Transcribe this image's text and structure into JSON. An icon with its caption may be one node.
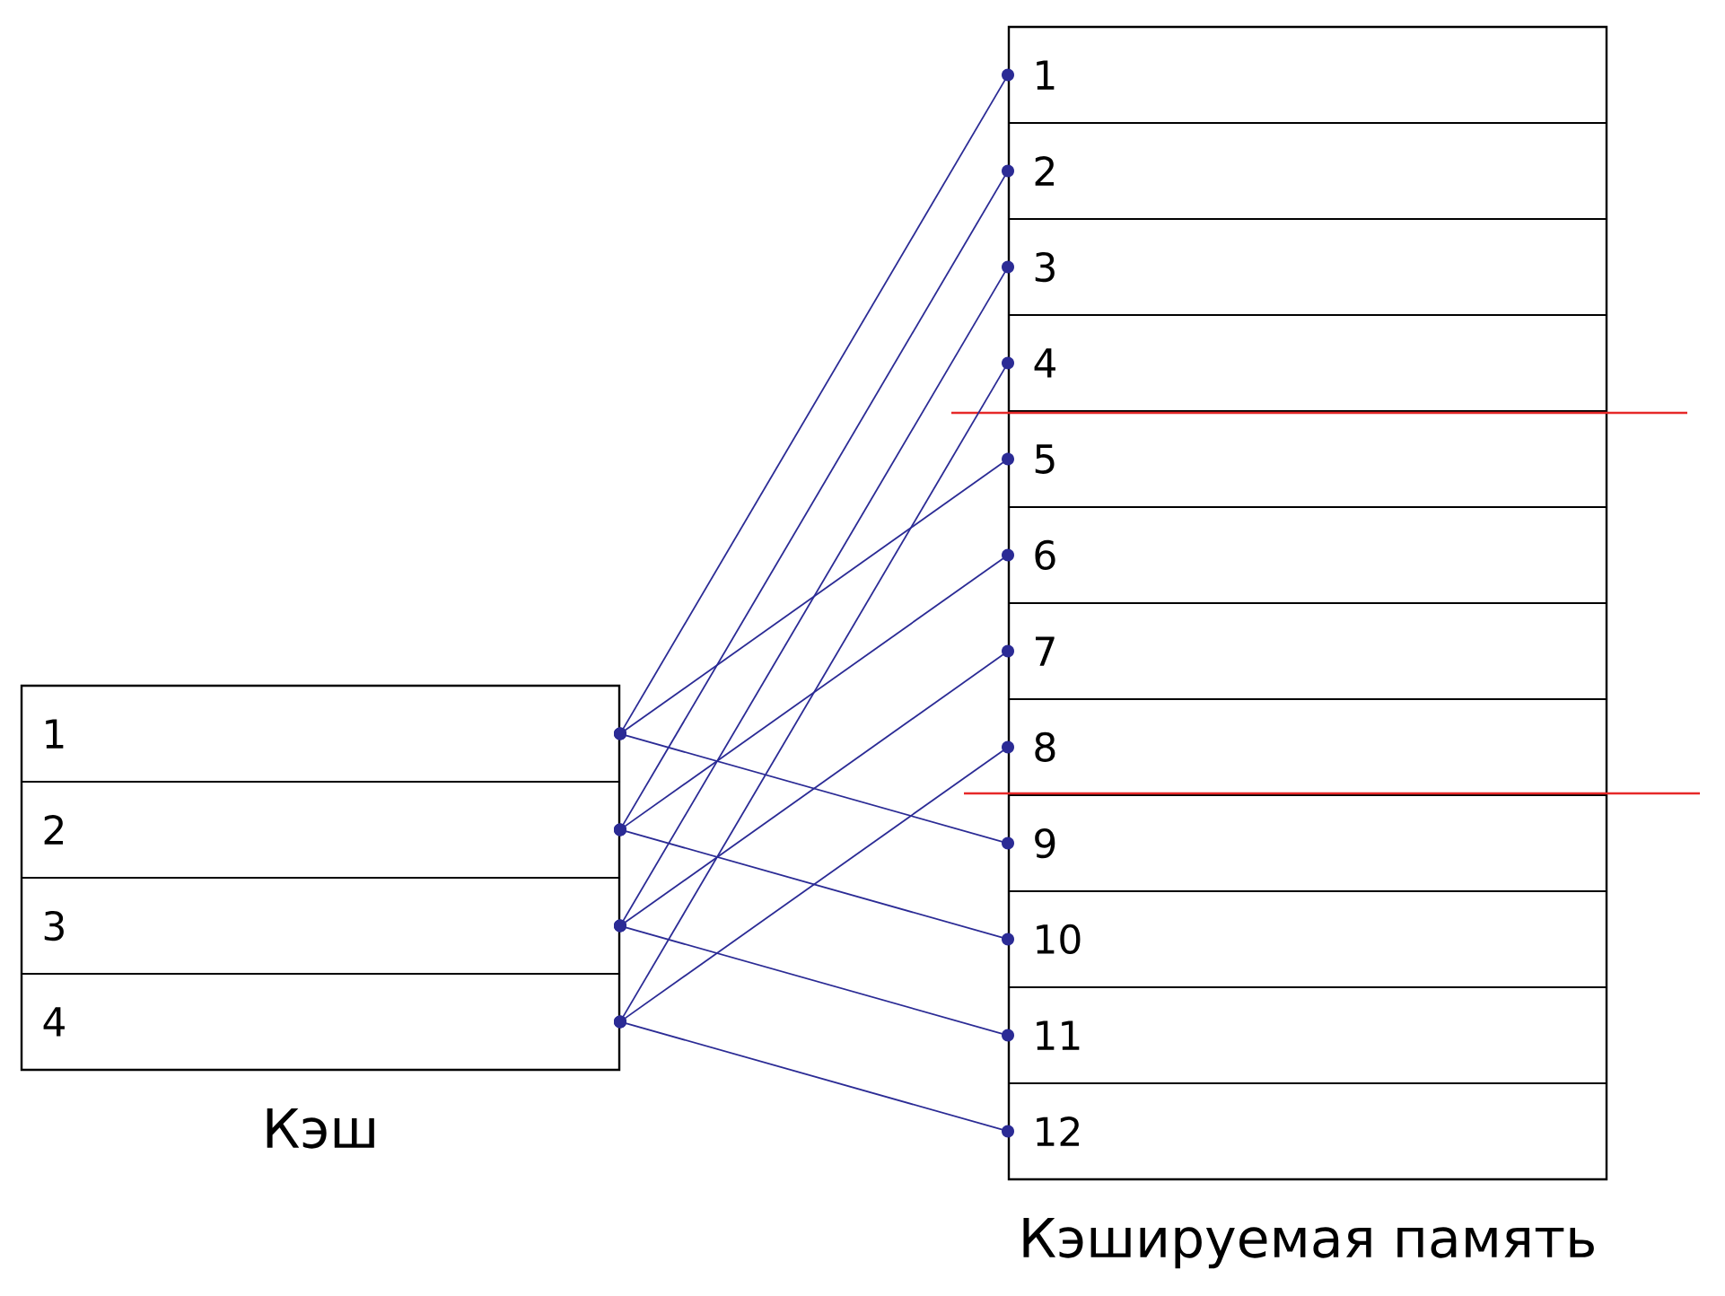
{
  "diagram": {
    "nodes": [
      {
        "text": [
          "Кэш"
        ]
      },
      {
        "text": [
          "1"
        ],
        "in": 0
      },
      {
        "text": [
          "2"
        ],
        "in": 0
      },
      {
        "text": [
          "3"
        ],
        "in": 0
      },
      {
        "text": [
          "4"
        ],
        "in": 0
      },
      {
        "text": [
          "Кэшируемая память"
        ]
      },
      {
        "text": [
          "1"
        ],
        "in": 5
      },
      {
        "text": [
          "2"
        ],
        "in": 5
      },
      {
        "text": [
          "3"
        ],
        "in": 5
      },
      {
        "text": [
          "4"
        ],
        "in": 5
      },
      {
        "text": [
          "5"
        ],
        "in": 5
      },
      {
        "text": [
          "6"
        ],
        "in": 5
      },
      {
        "text": [
          "7"
        ],
        "in": 5
      },
      {
        "text": [
          "8"
        ],
        "in": 5
      },
      {
        "text": [
          "9"
        ],
        "in": 5
      },
      {
        "text": [
          "10"
        ],
        "in": 5
      },
      {
        "text": [
          "11"
        ],
        "in": 5
      },
      {
        "text": [
          "12"
        ],
        "in": 5
      }
    ],
    "edges": [
      {
        "from": 1,
        "to": 6,
        "arrow": "other"
      },
      {
        "from": 2,
        "to": 7,
        "arrow": "other"
      },
      {
        "from": 3,
        "to": 8,
        "arrow": "other"
      },
      {
        "from": 4,
        "to": 9,
        "arrow": "other"
      },
      {
        "from": 1,
        "to": 10,
        "arrow": "other"
      },
      {
        "from": 2,
        "to": 11,
        "arrow": "other"
      },
      {
        "from": 3,
        "to": 12,
        "arrow": "other"
      },
      {
        "from": 4,
        "to": 13,
        "arrow": "other"
      },
      {
        "from": 1,
        "to": 14,
        "arrow": "other"
      },
      {
        "from": 2,
        "to": 15,
        "arrow": "other"
      },
      {
        "from": 3,
        "to": 16,
        "arrow": "other"
      },
      {
        "from": 4,
        "to": 17,
        "arrow": "other"
      }
    ]
  }
}
